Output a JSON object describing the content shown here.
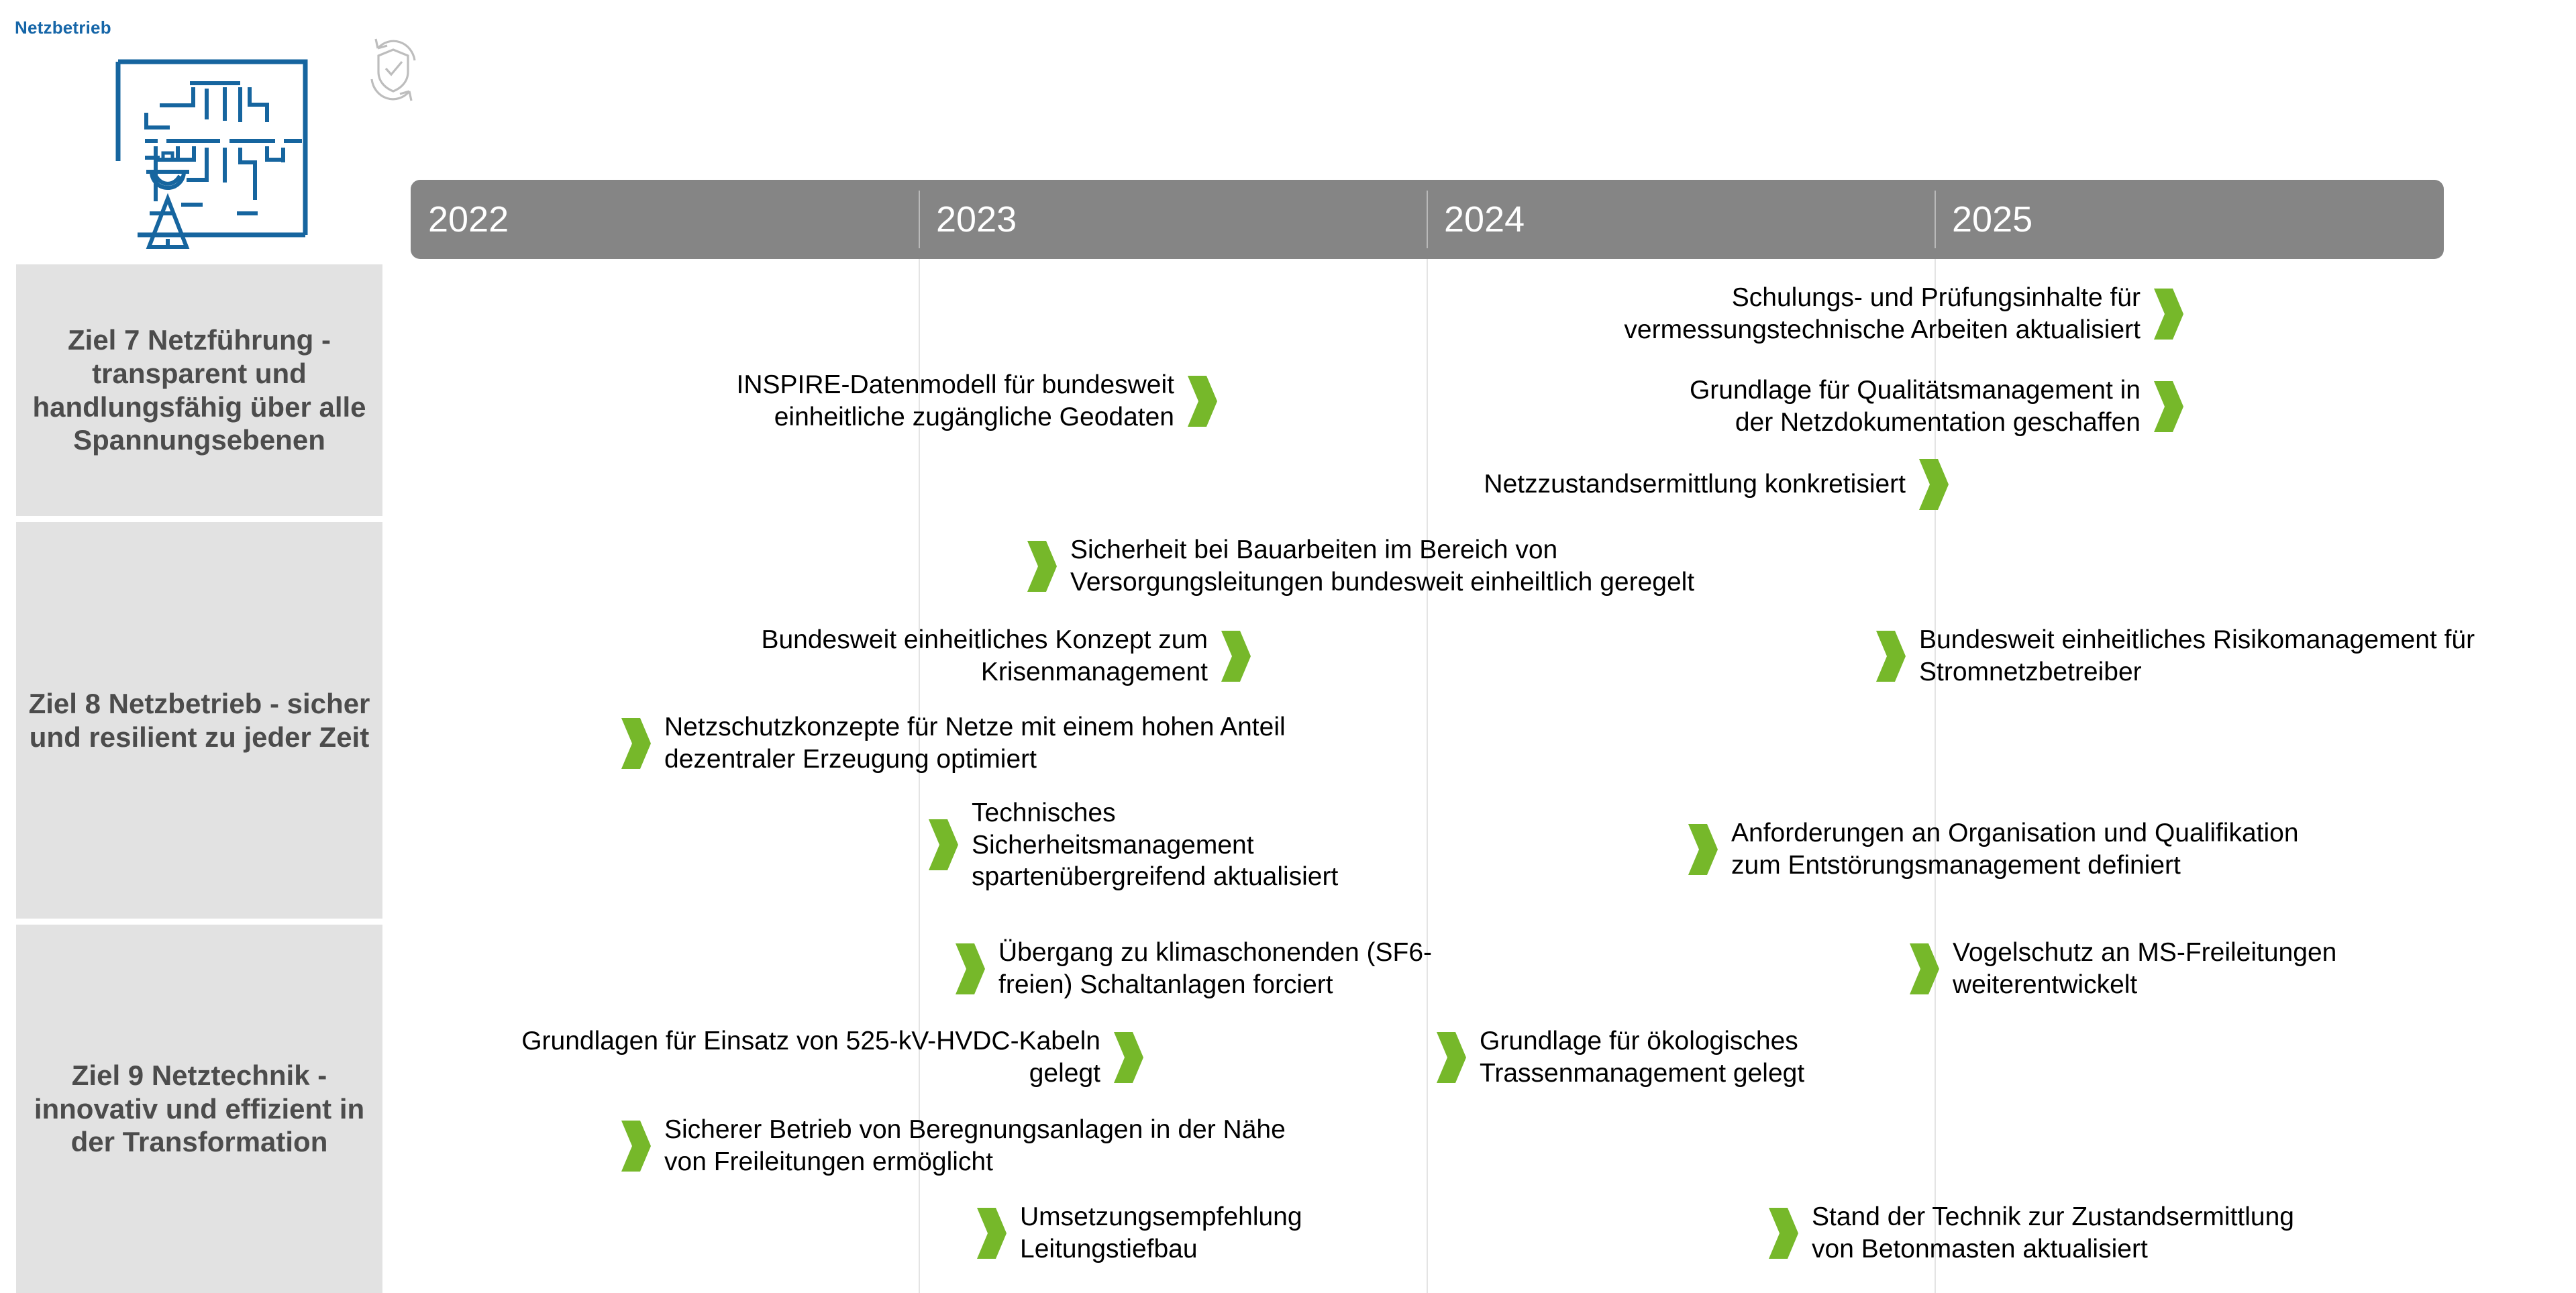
{
  "brand": {
    "title": "Netzbetrieb",
    "icon": "engineer-network-board-icon",
    "secondary_icon": "shield-refresh-icon",
    "accent_color": "#1666a8"
  },
  "colors": {
    "header_bar": "#858585",
    "row_label_bg": "#e2e2e2",
    "row_label_text": "#4c4c4c",
    "chevron_green": "#76b82a",
    "grid_line": "#e4e4e4"
  },
  "timeline": {
    "years": [
      "2022",
      "2023",
      "2024",
      "2025"
    ]
  },
  "rows": [
    {
      "label": "Ziel 7 Netzführung - transparent und handlungsfähig über alle Spannungsebenen",
      "milestones": [
        {
          "text": "Schulungs- und Prüfungsinhalte für\nvermessungstechnische Arbeiten aktualisiert",
          "align": "right",
          "arrow": "right"
        },
        {
          "text": "INSPIRE-Datenmodell für bundesweit\neinheitliche zugängliche Geodaten",
          "align": "right",
          "arrow": "right"
        },
        {
          "text": "Grundlage für Qualitätsmanagement in\nder Netzdokumentation geschaffen",
          "align": "right",
          "arrow": "right"
        },
        {
          "text": "Netzzustandsermittlung konkretisiert",
          "align": "right",
          "arrow": "right"
        }
      ]
    },
    {
      "label": "Ziel 8 Netzbetrieb - sicher und resilient zu jeder Zeit",
      "milestones": [
        {
          "text": "Sicherheit bei Bauarbeiten im Bereich von\nVersorgungsleitungen bundesweit einheiltlich geregelt",
          "align": "left",
          "arrow": "left"
        },
        {
          "text": "Bundesweit einheitliches Konzept zum\nKrisenmanagement",
          "align": "right",
          "arrow": "right"
        },
        {
          "text": "Bundesweit einheitliches Risikomanagement für\nStromnetzbetreiber",
          "align": "left",
          "arrow": "left"
        },
        {
          "text": "Netzschutzkonzepte für Netze mit einem hohen Anteil\ndezentraler Erzeugung optimiert",
          "align": "left",
          "arrow": "left"
        },
        {
          "text": "Technisches\nSicherheitsmanagement\nspartenübergreifend aktualisiert",
          "align": "left",
          "arrow": "left"
        },
        {
          "text": "Anforderungen an Organisation und Qualifikation\nzum Entstörungsmanagement definiert",
          "align": "left",
          "arrow": "left"
        }
      ]
    },
    {
      "label": "Ziel 9 Netztechnik - innovativ und effizient in der Transformation",
      "milestones": [
        {
          "text": "Übergang zu klimaschonenden (SF6-\nfreien) Schaltanlagen forciert",
          "align": "left",
          "arrow": "left"
        },
        {
          "text": "Vogelschutz an MS-Freileitungen\nweiterentwickelt",
          "align": "left",
          "arrow": "left"
        },
        {
          "text": "Grundlagen für Einsatz von 525-kV-HVDC-Kabeln\ngelegt",
          "align": "right",
          "arrow": "right"
        },
        {
          "text": "Grundlage für ökologisches\nTrassenmanagement gelegt",
          "align": "left",
          "arrow": "left"
        },
        {
          "text": "Sicherer Betrieb von Beregnungsanlagen in der Nähe\nvon Freileitungen ermöglicht",
          "align": "left",
          "arrow": "left"
        },
        {
          "text": "Umsetzungsempfehlung\nLeitungstiefbau",
          "align": "left",
          "arrow": "left"
        },
        {
          "text": "Stand der Technik zur Zustandsermittlung\nvon Betonmasten aktualisiert",
          "align": "left",
          "arrow": "left"
        }
      ]
    }
  ]
}
